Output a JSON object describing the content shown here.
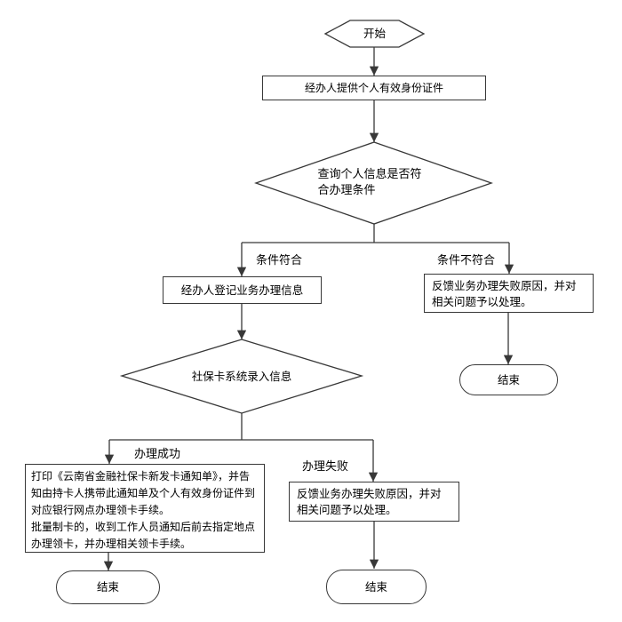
{
  "nodes": {
    "start": "开始",
    "provide_id": "经办人提供个人有效身份证件",
    "query_eligibility": "查询个人信息是否符合办理条件",
    "register_info": "经办人登记业务办理信息",
    "feedback_fail_top": "反馈业务办理失败原因，并对相关问题予以处理。",
    "end_top_right": "结束",
    "card_system_entry": "社保卡系统录入信息",
    "print_notice": "打印《云南省金融社保卡新发卡通知单》，并告知由持卡人携带此通知单及个人有效身份证件到对应银行网点办理领卡手续。\n批量制卡的，收到工作人员通知后前去指定地点办理领卡，并办理相关领卡手续。",
    "feedback_fail_bottom": "反馈业务办理失败原因，并对相关问题予以处理。",
    "end_bottom_left": "结束",
    "end_bottom_right": "结束"
  },
  "edge_labels": {
    "condition_met": "条件符合",
    "condition_not_met": "条件不符合",
    "process_success": "办理成功",
    "process_fail": "办理失败"
  },
  "colors": {
    "stroke": "#383838",
    "shape_fill": "#ffffff",
    "text": "#000000",
    "background": "#ffffff"
  }
}
